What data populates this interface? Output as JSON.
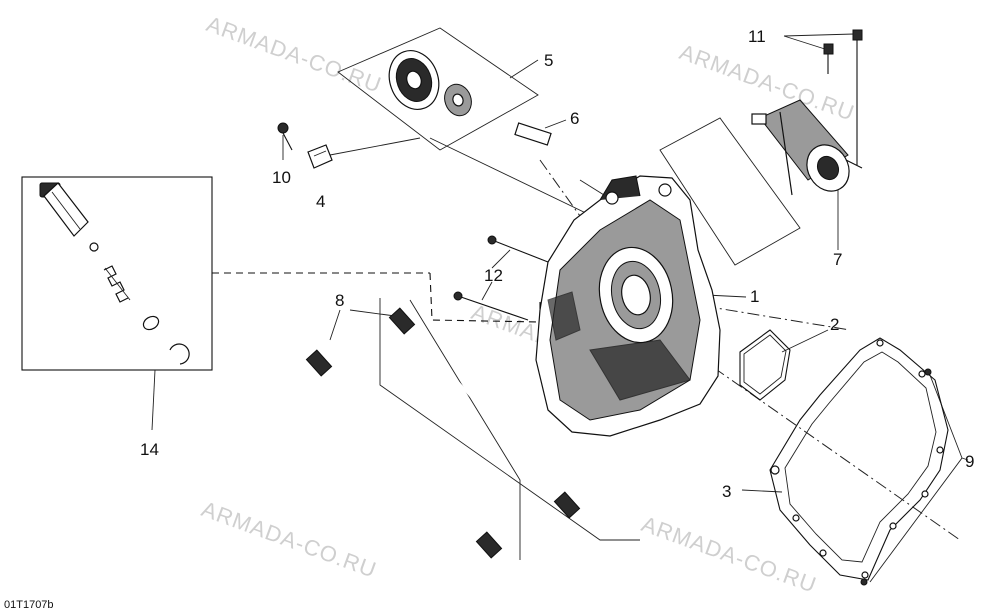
{
  "watermark_text": "ARMADA-CO.RU",
  "drawing_code": "01T1707b",
  "callouts": {
    "p1": "1",
    "p2": "2",
    "p3": "3",
    "p4": "4",
    "p5": "5",
    "p6": "6",
    "p7": "7",
    "p8": "8",
    "p9": "9",
    "p10": "10",
    "p11": "11",
    "p12": "12",
    "p14": "14"
  }
}
